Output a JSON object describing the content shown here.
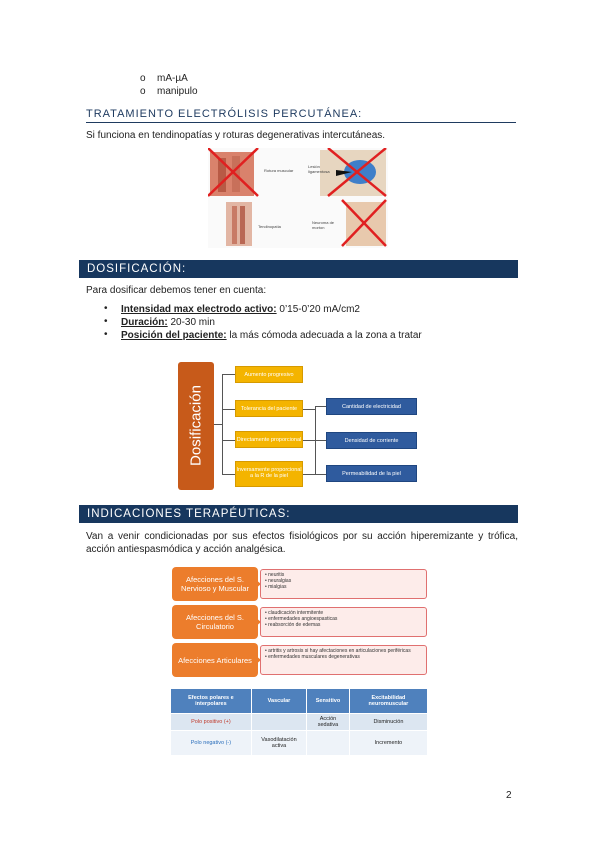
{
  "top_list": [
    "mA-µA",
    "manipulo"
  ],
  "section1": {
    "title": "TRATAMIENTO ELECTRÓLISIS PERCUTÁNEA:",
    "text": "Si funciona en tendinopatías y roturas degenerativas intercutáneas.",
    "image_labels": [
      "Rotura muscular",
      "Lesión ligamentosa",
      "Tendinopatía",
      "Neuroma de morton"
    ]
  },
  "section2": {
    "title": "DOSIFICACIÓN:",
    "intro": "Para dosificar debemos tener en cuenta:",
    "items": [
      {
        "label": "Intensidad max electrodo activo:",
        "value": " 0’15-0’20 mA/cm2"
      },
      {
        "label": "Duración:",
        "value": " 20-30 min"
      },
      {
        "label": "Posición del paciente:",
        "value": " la más cómoda adecuada a la zona a tratar"
      }
    ],
    "diagram": {
      "main": "Dosificación",
      "left_boxes": [
        "Aumento progresivo",
        "Tolerancia del paciente",
        "Directamente proporcional",
        "Inversamente proporcional a la R de la piel"
      ],
      "right_boxes": [
        "Cantidad de electricidad",
        "Densidad de corriente",
        "Permeabilidad de la piel"
      ]
    }
  },
  "section3": {
    "title": "INDICACIONES TERAPÉUTICAS:",
    "text": "Van a venir condicionadas por sus efectos fisiológicos por su acción hiperemizante y trófica, acción antiespasmódica y acción analgésica.",
    "blocks": [
      {
        "title": "Afecciones del S. Nervioso y Muscular",
        "items": [
          "neuritis",
          "neuralgias",
          "mialgias"
        ]
      },
      {
        "title": "Afecciones del S. Circulatorio",
        "items": [
          "claudicación intermitente",
          "enfermedades angioespasticas",
          "reabsorción de edemas"
        ]
      },
      {
        "title": "Afecciones Articulares",
        "items": [
          "artritis y artrosis si hay afectaciones en articulaciones periféricas",
          "enfermedades musculares degenerativas"
        ]
      }
    ],
    "table": {
      "headers": [
        "Efectos polares e interpolares",
        "Vascular",
        "Sensitivo",
        "Excitabilidad neuromuscular"
      ],
      "rows": [
        [
          "Polo positivo (+)",
          "",
          "Acción sedativa",
          "Disminución"
        ],
        [
          "Polo negativo (-)",
          "Vasodilatación activa",
          "",
          "Incremento"
        ]
      ]
    }
  },
  "page_number": "2"
}
